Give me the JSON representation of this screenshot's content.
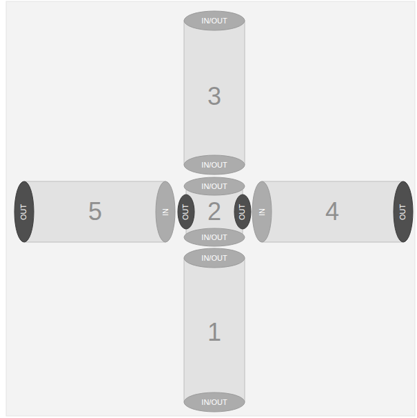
{
  "diagram": {
    "nodes": [
      {
        "text": [
          "3",
          "IN/OUT",
          "IN/OUT"
        ]
      },
      {
        "text": [
          "5",
          "OUT",
          "IN"
        ]
      },
      {
        "text": [
          "2",
          "IN/OUT",
          "OUT",
          "OUT",
          "IN/OUT"
        ]
      },
      {
        "text": [
          "4",
          "IN",
          "OUT"
        ]
      },
      {
        "text": [
          "1",
          "IN/OUT",
          "IN/OUT"
        ]
      }
    ]
  }
}
